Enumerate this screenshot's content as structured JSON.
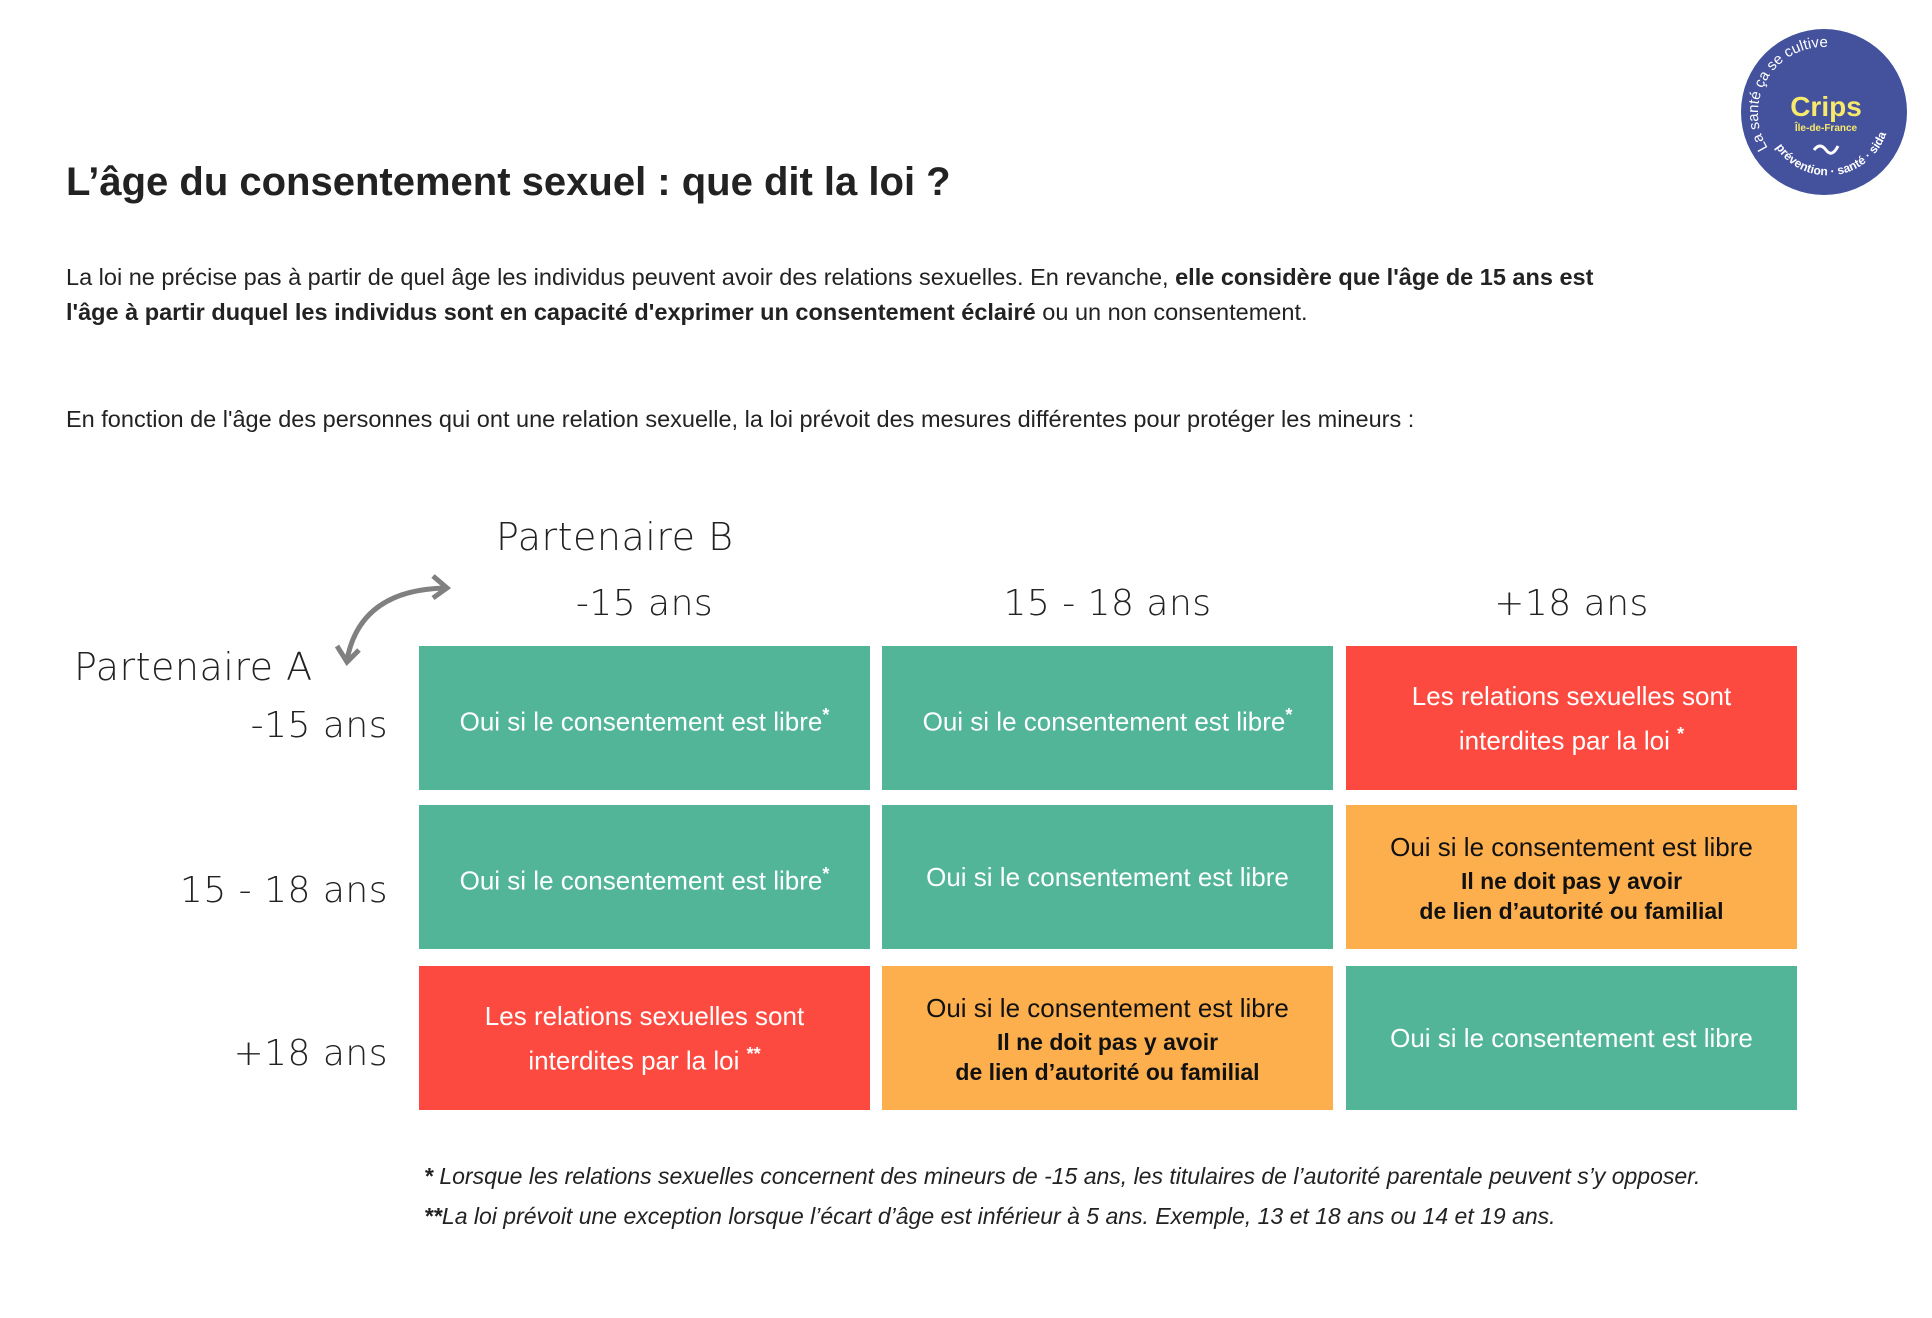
{
  "title": "L’âge du consentement sexuel : que dit la loi ?",
  "intro": {
    "part1": "La loi ne précise pas à partir de quel âge les individus peuvent avoir des relations sexuelles. En revanche, ",
    "bold": "elle considère que l'âge de 15 ans est l'âge à partir duquel les individus sont en capacité d'exprimer un consentement éclairé",
    "part2": " ou un non consentement."
  },
  "intro2": "En fonction de l'âge des personnes qui ont une relation sexuelle, la loi prévoit des mesures différentes pour protéger les mineurs :",
  "logo": {
    "name": "Crips",
    "region": "Île-de-France",
    "slogan": "La santé ça se cultive",
    "tagline": "prévention · santé · sida",
    "color": "#44529d",
    "accent": "#f7e96b"
  },
  "table": {
    "partner_b": "Partenaire B",
    "partner_a": "Partenaire A",
    "columns": [
      "-15 ans",
      "15 - 18 ans",
      "+18 ans"
    ],
    "rows": [
      "-15 ans",
      "15 - 18 ans",
      "+18 ans"
    ],
    "cells": [
      [
        {
          "text": "Oui si le consentement est libre",
          "mark": "*",
          "color": "#52b597"
        },
        {
          "text": "Oui si le consentement est libre",
          "mark": "*",
          "color": "#52b597"
        },
        {
          "text": "Les relations sexuelles sont interdites par la loi",
          "mark": "*",
          "color": "#fd4a40"
        }
      ],
      [
        {
          "text": "Oui si le consentement est libre",
          "mark": "*",
          "color": "#52b597"
        },
        {
          "text": "Oui si le consentement est libre",
          "color": "#52b597"
        },
        {
          "text": "Oui si le consentement est libre",
          "bold1": "Il ne doit pas y avoir",
          "bold2": "de lien d’autorité ou familial",
          "color": "#fdaf4e"
        }
      ],
      [
        {
          "text": "Les relations sexuelles sont interdites par la loi",
          "mark": "**",
          "color": "#fd4a40"
        },
        {
          "text": "Oui si le consentement est libre",
          "bold1": "Il ne doit pas y avoir",
          "bold2": "de lien d’autorité ou familial",
          "color": "#fdaf4e"
        },
        {
          "text": "Oui si le consentement est libre",
          "color": "#52b597"
        }
      ]
    ]
  },
  "footnotes": [
    {
      "mark": "*",
      "text": " Lorsque les relations sexuelles concernent des mineurs de -15 ans, les titulaires de l’autorité parentale peuvent s’y opposer."
    },
    {
      "mark": "**",
      "text": "La loi prévoit une exception lorsque l’écart d’âge est inférieur à 5 ans. Exemple, 13 et 18 ans ou 14 et 19 ans."
    }
  ]
}
